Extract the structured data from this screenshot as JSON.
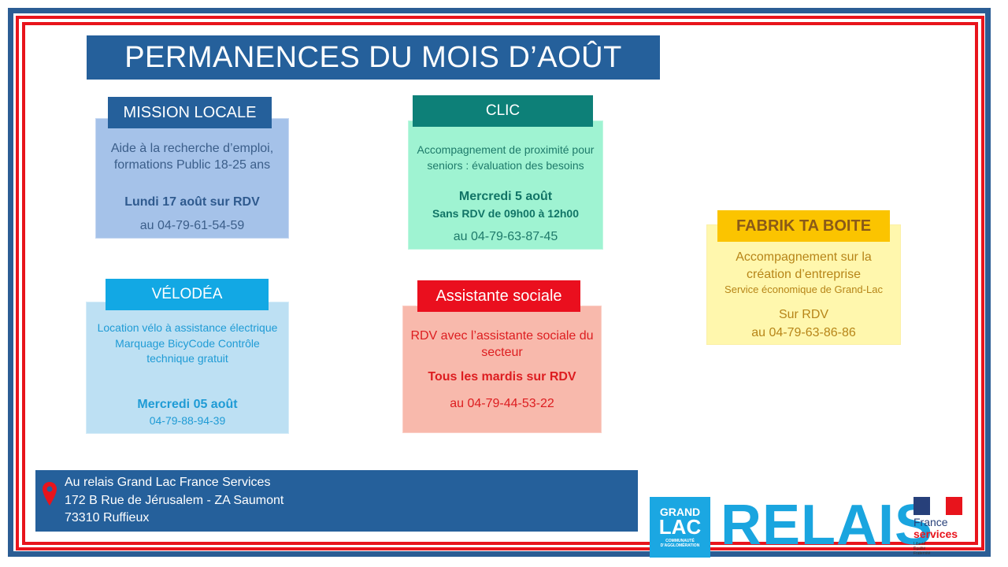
{
  "title": "PERMANENCES DU MOIS D’AOÛT",
  "mission_locale": {
    "header": "MISSION LOCALE",
    "desc": "Aide à la recherche d’emploi, formations Public 18-25 ans",
    "date": "Lundi 17 août sur RDV",
    "phone": "au 04-79-61-54-59"
  },
  "clic": {
    "header": "CLIC",
    "desc": "Accompagnement de proximité pour seniors : évaluation des besoins",
    "date": "Mercredi 5 août",
    "hours": "Sans RDV de 09h00 à 12h00",
    "phone": "au 04-79-63-87-45"
  },
  "velodea": {
    "header": "VÉLODÉA",
    "desc": "Location vélo à assistance électrique Marquage BicyCode Contrôle technique gratuit",
    "date": "Mercredi 05 août",
    "phone": "04-79-88-94-39"
  },
  "assistante": {
    "header": "Assistante sociale",
    "desc": "RDV avec l’assistante sociale du secteur",
    "schedule": "Tous les mardis sur RDV",
    "phone": "au 04-79-44-53-22"
  },
  "fabrik": {
    "header": "FABRIK TA BOITE",
    "desc": "Accompagnement sur la création d’entreprise",
    "small": "Service économique de Grand-Lac",
    "rdv": "Sur RDV",
    "phone": "au 04-79-63-86-86"
  },
  "address": {
    "line1": "Au relais Grand Lac France Services",
    "line2": "172 B Rue de Jérusalem - ZA Saumont",
    "line3": "73310 Ruffieux"
  },
  "logos": {
    "grand": "GRAND",
    "lac": "LAC",
    "communaute": "COMMUNAUTÉ",
    "agglo": "D’AGGLOMÉRATION",
    "relais": "RELAIS",
    "france": "France",
    "services": "services",
    "motto1": "Liberté",
    "motto2": "Égalité",
    "motto3": "Fraternité"
  },
  "colors": {
    "blue": "#25609b",
    "red": "#e8141c",
    "teal": "#0d8078",
    "cyan": "#12a8e4",
    "yellow": "#fbc400"
  }
}
